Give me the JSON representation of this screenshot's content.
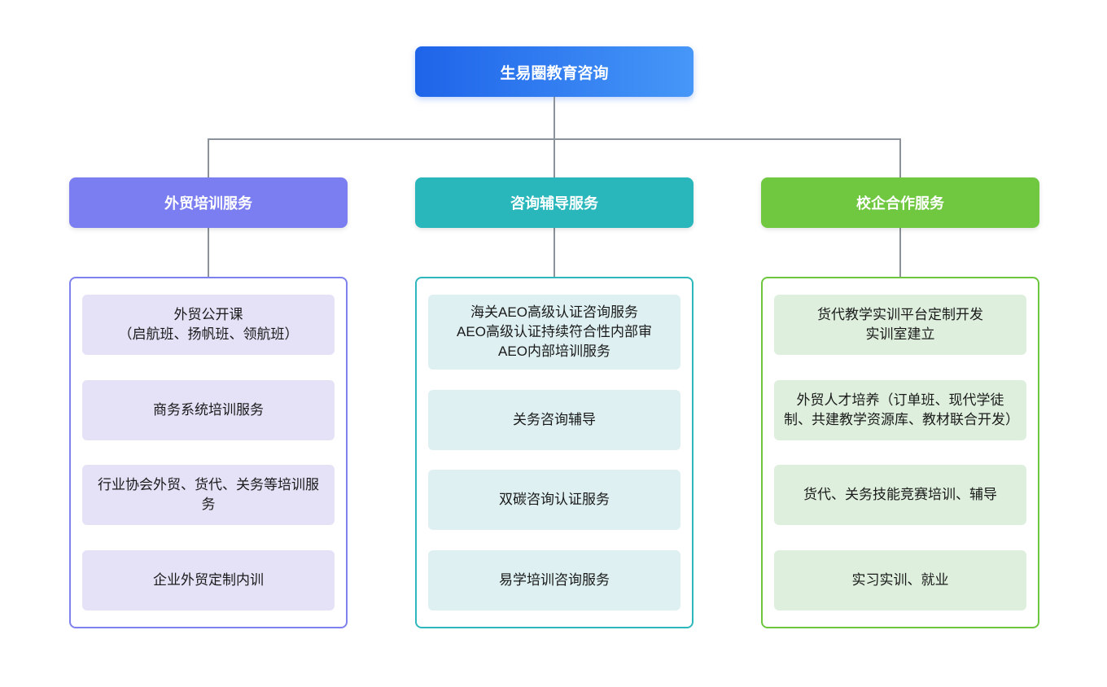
{
  "root": {
    "label": "生易圈教育咨询",
    "color_start": "#1e64e9",
    "color_end": "#4697f8"
  },
  "connector_color": "#8b9299",
  "branches": [
    {
      "label": "外贸培训服务",
      "header_color": "#7b7ef0",
      "border_color": "#7f81f0",
      "item_bg": "#e5e2f8",
      "items": [
        "外贸公开课\n（启航班、扬帆班、领航班）",
        "商务系统培训服务",
        "行业协会外贸、货代、关务等培训服务",
        "企业外贸定制内训"
      ]
    },
    {
      "label": "咨询辅导服务",
      "header_color": "#29b7bb",
      "border_color": "#2eb8bd",
      "item_bg": "#def0f1",
      "items": [
        "海关AEO高级认证咨询服务\nAEO高级认证持续符合性内部审\nAEO内部培训服务",
        "关务咨询辅导",
        "双碳咨询认证服务",
        "易学培训咨询服务"
      ]
    },
    {
      "label": "校企合作服务",
      "header_color": "#6fc840",
      "border_color": "#6cc73f",
      "item_bg": "#def0dd",
      "items": [
        "货代教学实训平台定制开发\n实训室建立",
        "外贸人才培养（订单班、现代学徒制、共建教学资源库、教材联合开发）",
        "货代、关务技能竞赛培训、辅导",
        "实习实训、就业"
      ]
    }
  ]
}
